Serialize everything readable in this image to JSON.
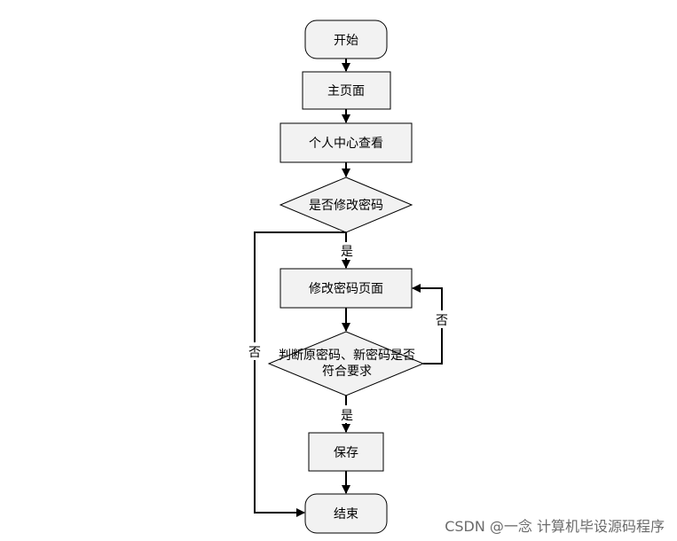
{
  "nodes": {
    "start": "开始",
    "main_page": "主页面",
    "personal_center": "个人中心查看",
    "decision_change_pwd": "是否修改密码",
    "change_pwd_page": "修改密码页面",
    "decision_valid_line1": "判断原密码、新密码是否",
    "decision_valid_line2": "符合要求",
    "save": "保存",
    "end": "结束"
  },
  "edge_labels": {
    "yes_1": "是",
    "no_1": "否",
    "no_2": "否",
    "yes_2": "是"
  },
  "watermark": "CSDN @一念 计算机毕设源码程序"
}
